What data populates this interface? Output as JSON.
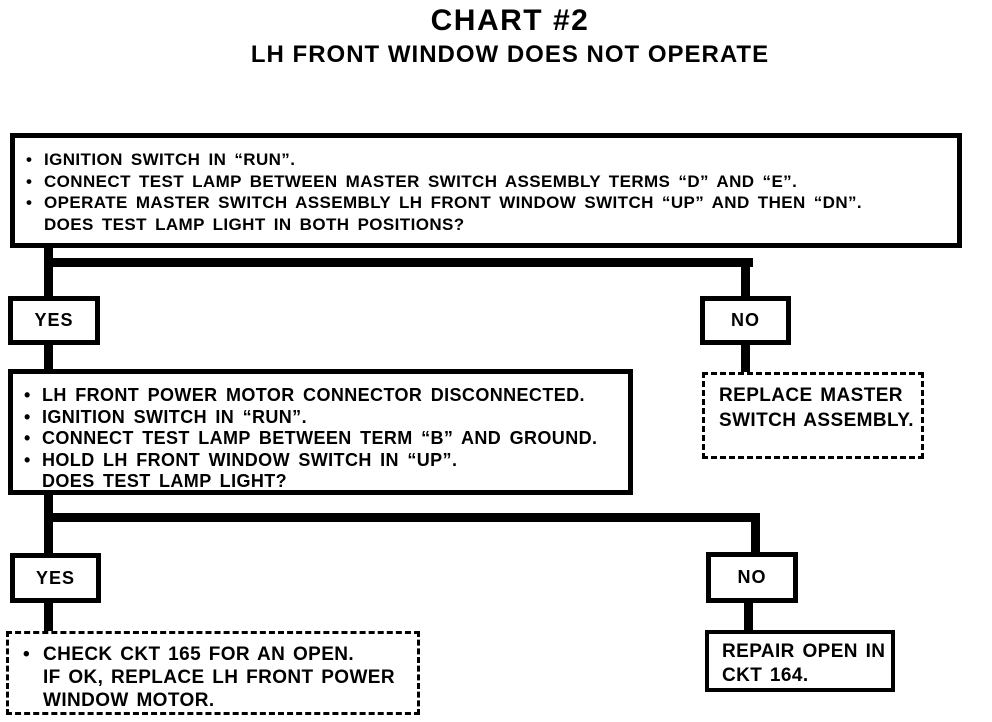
{
  "page": {
    "title": "CHART #2",
    "subtitle": "LH FRONT WINDOW DOES NOT OPERATE"
  },
  "glyphs": {
    "bullet": "•"
  },
  "colors": {
    "ink": "#000000",
    "paper": "#ffffff"
  },
  "step1": {
    "bullets": [
      "IGNITION SWITCH IN “RUN”.",
      "CONNECT TEST LAMP BETWEEN MASTER SWITCH ASSEMBLY TERMS “D” AND “E”.",
      "OPERATE MASTER SWITCH ASSEMBLY LH FRONT WINDOW SWITCH “UP” AND THEN “DN”."
    ],
    "question": "DOES TEST LAMP LIGHT IN BOTH POSITIONS?",
    "yes": "YES",
    "no": "NO"
  },
  "replace_master": {
    "lines": [
      "REPLACE MASTER",
      "SWITCH ASSEMBLY."
    ]
  },
  "step2": {
    "bullets": [
      "LH FRONT POWER MOTOR CONNECTOR DISCONNECTED.",
      "IGNITION SWITCH IN “RUN”.",
      "CONNECT TEST LAMP BETWEEN TERM “B” AND GROUND.",
      "HOLD LH FRONT WINDOW SWITCH IN “UP”."
    ],
    "question": "DOES TEST LAMP LIGHT?",
    "yes": "YES",
    "no": "NO"
  },
  "check_ckt": {
    "bullet_line": "CHECK CKT 165 FOR AN OPEN.",
    "lines": [
      "IF OK, REPLACE LH FRONT POWER",
      "WINDOW MOTOR."
    ]
  },
  "repair_open": {
    "lines": [
      "REPAIR OPEN IN",
      "CKT 164."
    ]
  }
}
